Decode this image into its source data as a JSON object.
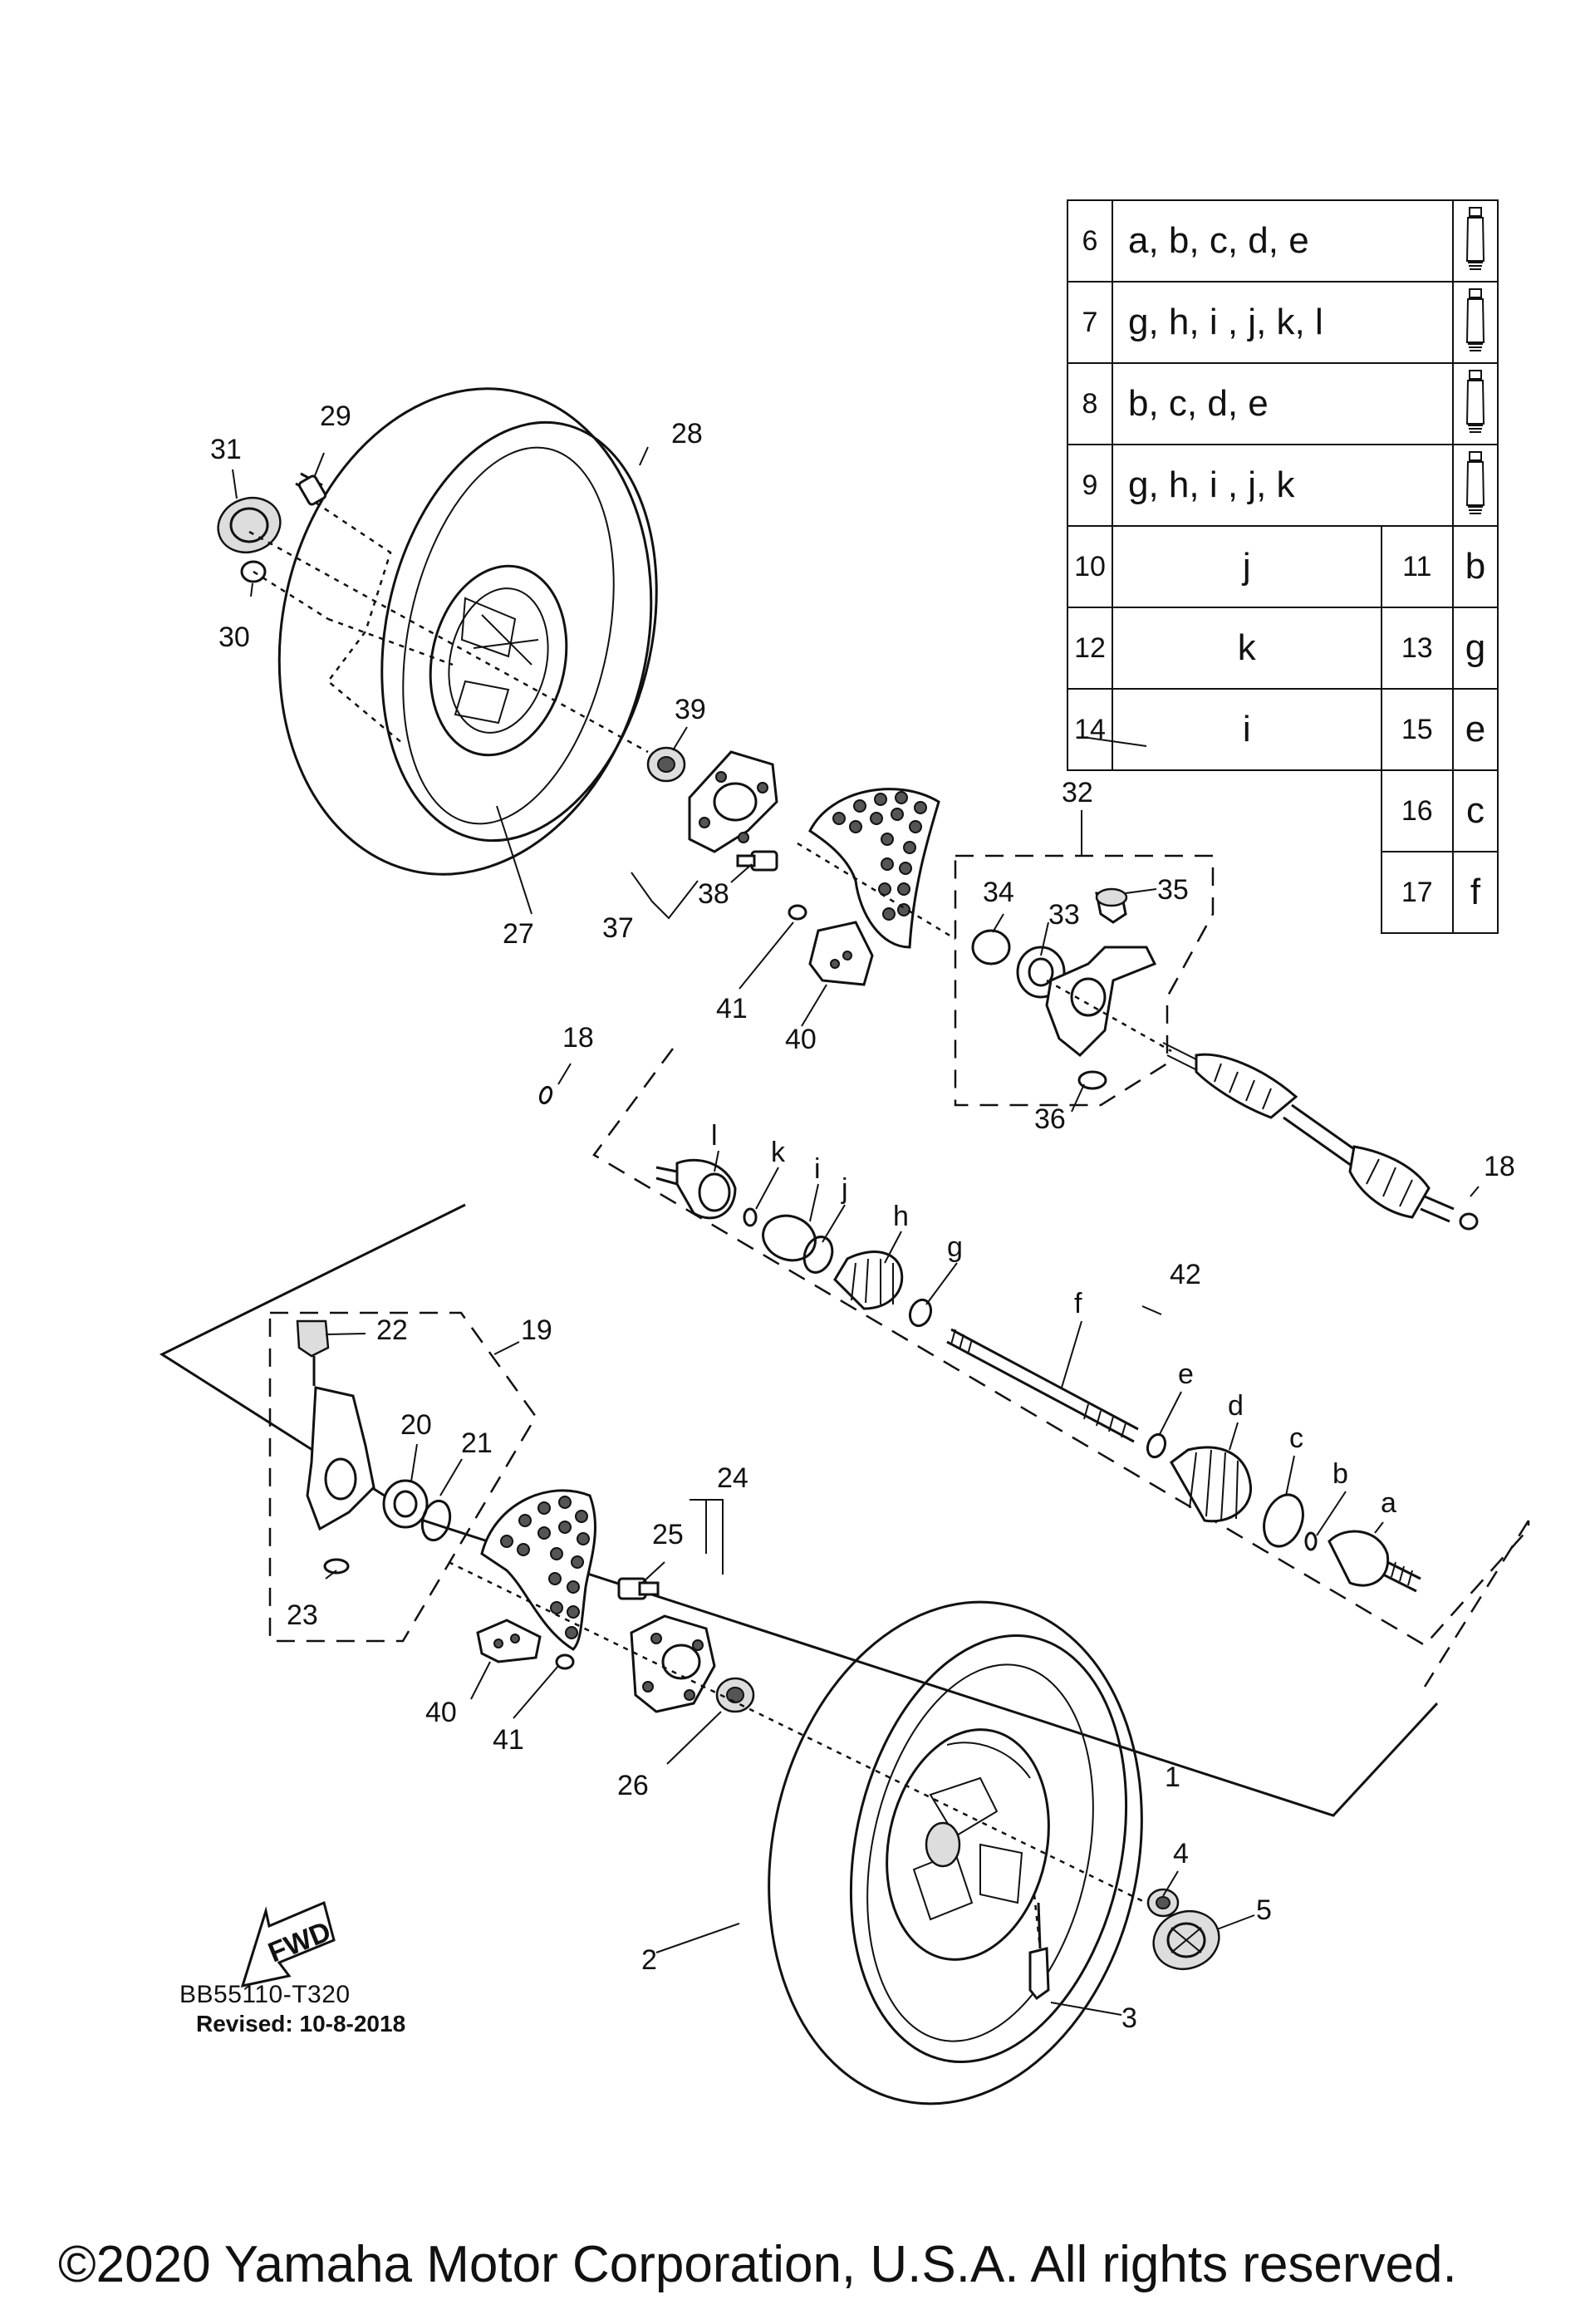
{
  "legend": {
    "rows": [
      {
        "num": "6",
        "parts": "a, b, c, d, e",
        "icon": "grease-tube-icon"
      },
      {
        "num": "7",
        "parts": "g, h, i , j, k, l",
        "icon": "grease-tube-icon"
      },
      {
        "num": "8",
        "parts": "b, c, d, e",
        "icon": "grease-tube-icon"
      },
      {
        "num": "9",
        "parts": "g, h, i , j, k",
        "icon": "grease-tube-icon"
      }
    ],
    "pairs": [
      {
        "left_num": "10",
        "left_val": "j",
        "right_num": "11",
        "right_val": "b"
      },
      {
        "left_num": "12",
        "left_val": "k",
        "right_num": "13",
        "right_val": "g"
      },
      {
        "left_num": "14",
        "left_val": "i",
        "right_num": "15",
        "right_val": "e"
      }
    ],
    "right_only": [
      {
        "num": "16",
        "val": "c"
      },
      {
        "num": "17",
        "val": "f"
      }
    ]
  },
  "callouts": {
    "n1": "1",
    "n2": "2",
    "n3": "3",
    "n4": "4",
    "n5": "5",
    "n18a": "18",
    "n18b": "18",
    "n19": "19",
    "n20": "20",
    "n21": "21",
    "n22": "22",
    "n23": "23",
    "n24": "24",
    "n25": "25",
    "n26": "26",
    "n27": "27",
    "n28": "28",
    "n29": "29",
    "n30": "30",
    "n31": "31",
    "n32": "32",
    "n33": "33",
    "n34": "34",
    "n35": "35",
    "n36": "36",
    "n37": "37",
    "n38": "38",
    "n39": "39",
    "n40a": "40",
    "n40b": "40",
    "n41a": "41",
    "n41b": "41",
    "n42": "42",
    "la": "a",
    "lb": "b",
    "lc": "c",
    "ld": "d",
    "le": "e",
    "lf": "f",
    "lg": "g",
    "lh": "h",
    "li": "i",
    "lj": "j",
    "lk": "k",
    "ll": "l"
  },
  "fwd_label": "FWD",
  "part_code": "BB55110-T320",
  "revised": "Revised: 10-8-2018",
  "copyright": "©2020 Yamaha Motor Corporation, U.S.A. All rights reserved."
}
